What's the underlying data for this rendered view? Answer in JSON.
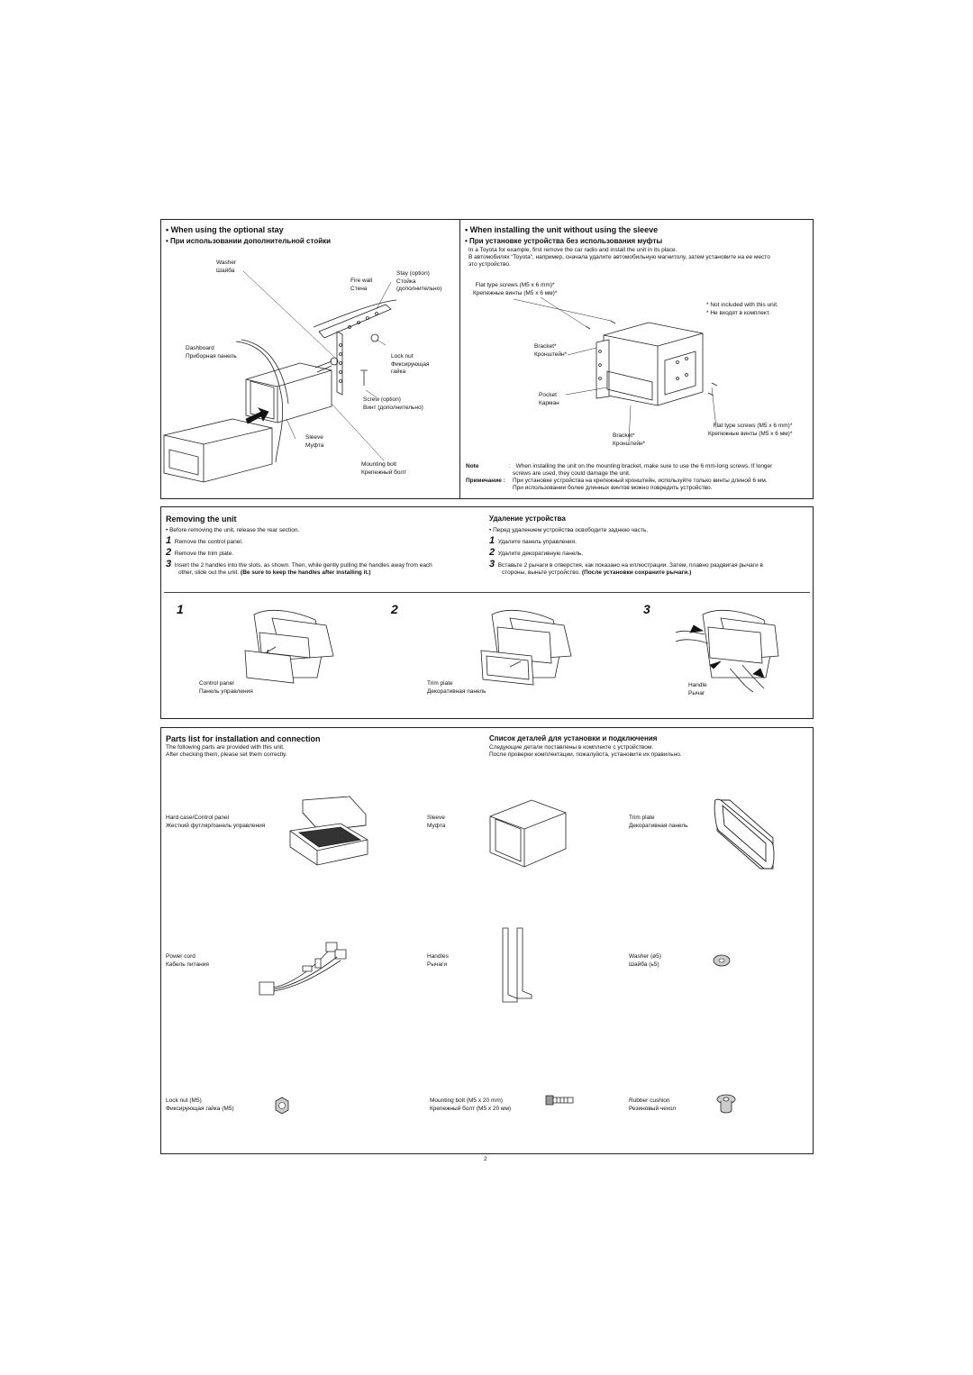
{
  "stay": {
    "title_en": "When using the optional stay",
    "title_ru": "При использовании дополнительной стойки",
    "labels": {
      "washer": [
        "Washer",
        "Шайба"
      ],
      "fire_wall": [
        "Fire wall",
        "Стена"
      ],
      "stay": [
        "Stay (option)",
        "Стойка",
        "(дополнительно)"
      ],
      "dashboard": [
        "Dashboard",
        "Приборная панель"
      ],
      "lock_nut": [
        "Lock nut",
        "Фиксирующая",
        "гайка"
      ],
      "screw": [
        "Screw (option)",
        "Винт (дополнительно)"
      ],
      "sleeve": [
        "Sleeve",
        "Муфта"
      ],
      "mounting_bolt": [
        "Mounting bolt",
        "Крепежный болт"
      ]
    }
  },
  "nosleeve": {
    "title_en": "When installing the unit without using the sleeve",
    "title_ru": "При установке устройства без использования муфты",
    "desc_en": "In a Toyota for example, first remove the car radio and install the unit in its place.",
    "desc_ru1": "В автомобилях “Toyota”, например, сначала удалите автомобильную магнитолу, затем установите на ее место",
    "desc_ru2": "это устройство.",
    "labels": {
      "flat_screws_top": [
        "Flat type screws (M5 x 6 mm)*",
        "Крепежные винты (M5 x 6 мм)*"
      ],
      "not_included": [
        "* Not included with this unit.",
        "* Не входят в комплект."
      ],
      "bracket_top": [
        "Bracket*",
        "Кронштейн*"
      ],
      "pocket": [
        "Pocket",
        "Карман"
      ],
      "flat_screws_right": [
        "Flat type screws (M5 x 6 mm)*",
        "Крепежные винты (M5 x 6 мм)*"
      ],
      "bracket_bottom": [
        "Bracket*",
        "Кронштейн*"
      ]
    },
    "note_label_en": "Note",
    "note_en1": "When installing the unit on the mounting bracket, make sure to use the 6 mm-long screws. If longer",
    "note_en2": "screws are used, they could damage the unit.",
    "note_label_ru": "Примечание :",
    "note_ru1": "При установке устройства на крепежный кронштейн, используйте только винты длиной 6 мм.",
    "note_ru2": "При использовании более длинных винтов можно повредить устройство."
  },
  "removing": {
    "title_en": "Removing the unit",
    "title_ru": "Удаление устройства",
    "bullet_en": "Before removing the unit, release the rear section.",
    "bullet_ru": "Перед удалением устройства освободите заднюю часть.",
    "steps_en": [
      {
        "n": "1",
        "text": "Remove the control panel."
      },
      {
        "n": "2",
        "text": "Remove the trim plate."
      },
      {
        "n": "3",
        "text": "Insert the 2 handles into the slots, as shown. Then, while gently pulling the handles away from each",
        "text2": "other, slide out the unit.",
        "bold": "(Be sure to keep the handles after installing it.)"
      }
    ],
    "steps_ru": [
      {
        "n": "1",
        "text": "Удалите панель управления."
      },
      {
        "n": "2",
        "text": "Удалите декоративную панель."
      },
      {
        "n": "3",
        "text": "Вставьте 2 рычаги в отверстия, как показано на иллюстрации. Затем, плавно раздвигая рычаги в",
        "text2": "стороны, выньте устройство.",
        "bold": "(После установки сохраните рычаги.)"
      }
    ],
    "figs": [
      {
        "n": "1",
        "label": [
          "Control panel",
          "Панель управления"
        ]
      },
      {
        "n": "2",
        "label": [
          "Trim plate",
          "Декоративная панель"
        ]
      },
      {
        "n": "3",
        "label": [
          "Handle",
          "Рычаг"
        ]
      }
    ]
  },
  "parts": {
    "title_en": "Parts list for installation and connection",
    "title_ru": "Список деталей для установки и подключения",
    "desc_en1": "The following parts are provided with this unit.",
    "desc_en2": "After checking them, please set them correctly.",
    "desc_ru1": "Следующие детали поставлены в комплекте с устройством.",
    "desc_ru2": "После проверки комплектации, пожалуйста, установите их правильно.",
    "items": [
      {
        "en": "Hard case/Control panel",
        "ru": "Жесткий футляр/панель управления"
      },
      {
        "en": "Sleeve",
        "ru": "Муфта"
      },
      {
        "en": "Trim plate",
        "ru": "Декоративная панель"
      },
      {
        "en": "Power cord",
        "ru": "Кабель питания"
      },
      {
        "en": "Handles",
        "ru": "Рычаги"
      },
      {
        "en": "Washer (ø5)",
        "ru": "Шайба (ь5)"
      },
      {
        "en": "Lock nut (M5)",
        "ru": "Фиксирующая гайка (M5)"
      },
      {
        "en": "Mounting bolt (M5 x 20 mm)",
        "ru": "Крепежный болт (M5 x 20 мм)"
      },
      {
        "en": "Rubber cushion",
        "ru": "Резиновый чехол"
      }
    ]
  },
  "page_number": "2"
}
